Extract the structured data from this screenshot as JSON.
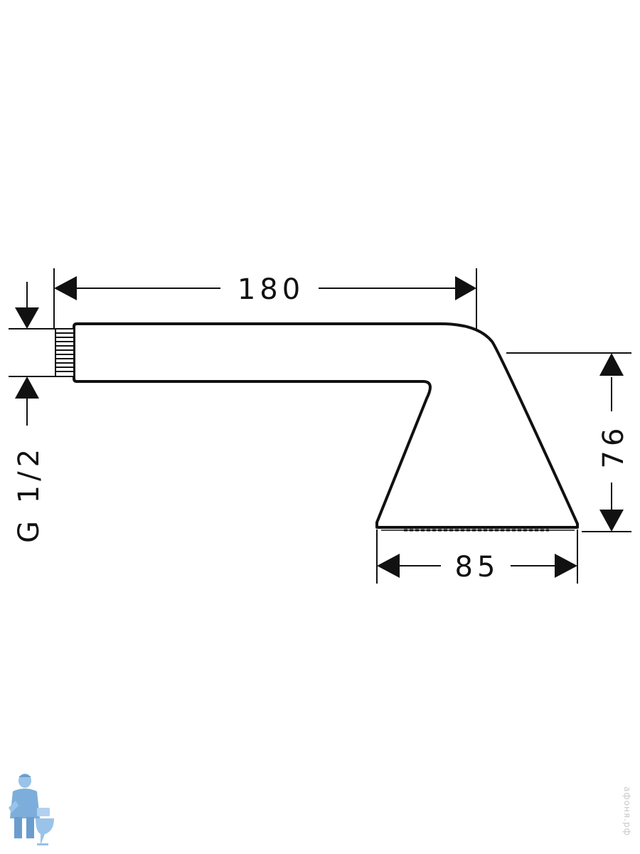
{
  "drawing": {
    "dim_length": "180",
    "dim_height": "76",
    "dim_width": "85",
    "thread_label": "G 1/2"
  },
  "watermark": {
    "site": "афоня.рф",
    "logo_icon": "plumber-mascot-icon"
  },
  "colors": {
    "line": "#111111",
    "background": "#ffffff",
    "logo": "#6fa6d8"
  }
}
